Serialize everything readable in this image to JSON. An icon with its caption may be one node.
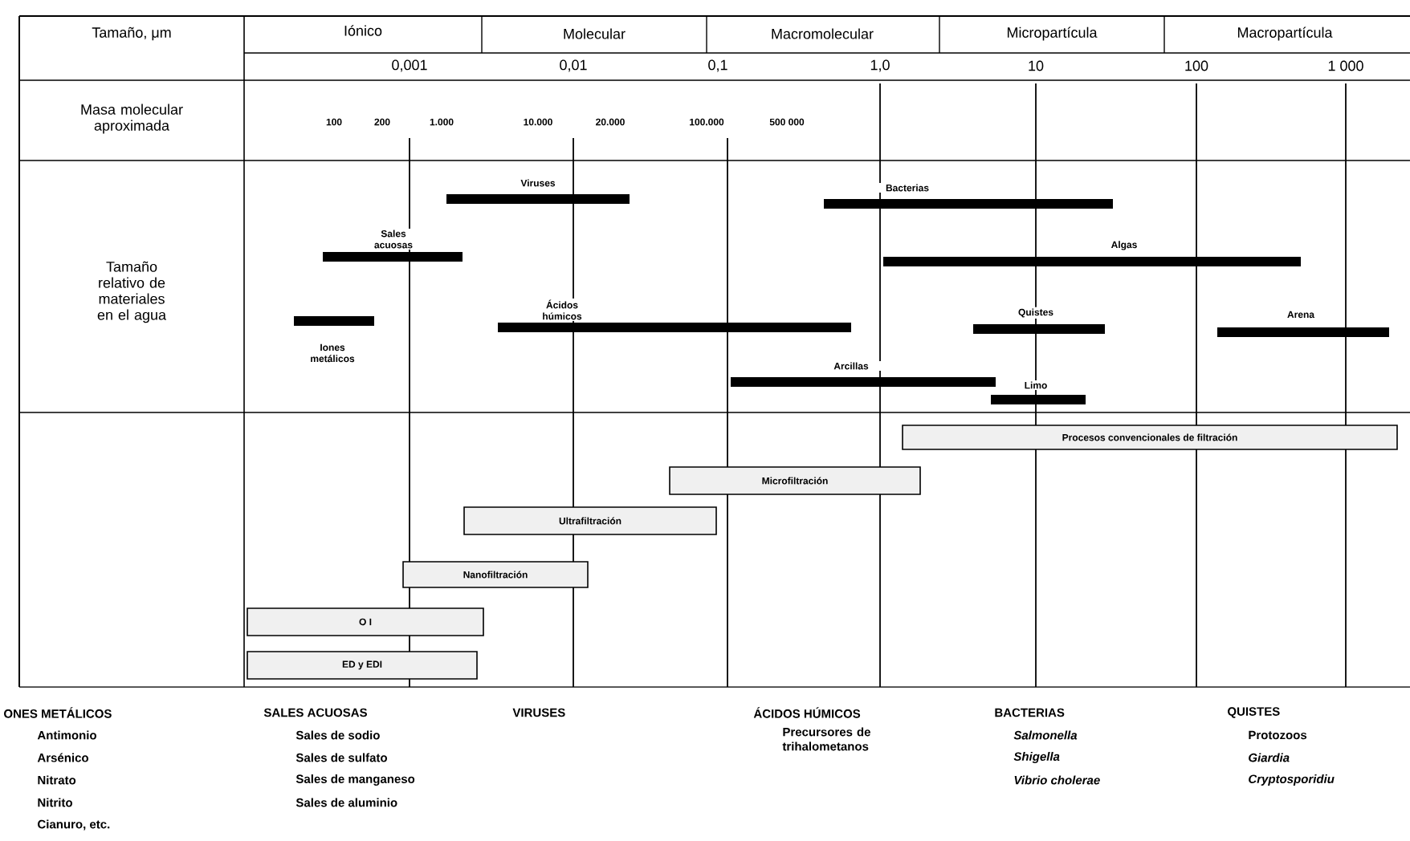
{
  "diagram": {
    "nodes": [
      {
        "text": [
          "Viruses"
        ]
      },
      {
        "text": [
          "Bacterias"
        ]
      },
      {
        "text": [
          "Sales acuosas"
        ]
      },
      {
        "text": [
          "Algas"
        ]
      },
      {
        "text": [
          "Iones metálicos"
        ]
      },
      {
        "text": [
          "Ácidos húmicos"
        ]
      },
      {
        "text": [
          "Quistes"
        ]
      },
      {
        "text": [
          "Arena"
        ]
      },
      {
        "text": [
          "Arcillas"
        ]
      },
      {
        "text": [
          "Limo"
        ]
      },
      {
        "text": [
          "Procesos convencionales de filtración"
        ]
      },
      {
        "text": [
          "Microfiltración"
        ]
      },
      {
        "text": [
          "Ultrafiltración"
        ]
      },
      {
        "text": [
          "Nanofiltración"
        ]
      },
      {
        "text": [
          "O I"
        ]
      },
      {
        "text": [
          "ED y EDI"
        ]
      }
    ],
    "labels": [
      "Tamaño, μm",
      "Iónico",
      "Molecular",
      "Macromolecular",
      "Micropartícula",
      "Macropartícula",
      "Masa molecular aproximada",
      "0,001",
      "0,01",
      "0,1",
      "1,0",
      "10",
      "100",
      "1 000",
      "100",
      "200",
      "1.000",
      "10.000",
      "20.000",
      "100.000",
      "500 000",
      "Tamaño relativo de materiales en el agua",
      "ONES METÁLICOS",
      "Antimonio",
      "Arsénico",
      "Nitrato",
      "Nitrito",
      "Cianuro, etc.",
      "SALES ACUOSAS",
      "Sales de sodio",
      "Sales de sulfato",
      "Sales de manganeso",
      "Sales de aluminio",
      "VIRUSES",
      "ÁCIDOS HÚMICOS",
      "Precursores de trihalometanos",
      "BACTERIAS",
      "Salmonella",
      "Shigella",
      "Vibrio cholerae",
      "QUISTES",
      "Protozoos",
      "Giardia",
      "Cryptosporidiu"
    ]
  }
}
